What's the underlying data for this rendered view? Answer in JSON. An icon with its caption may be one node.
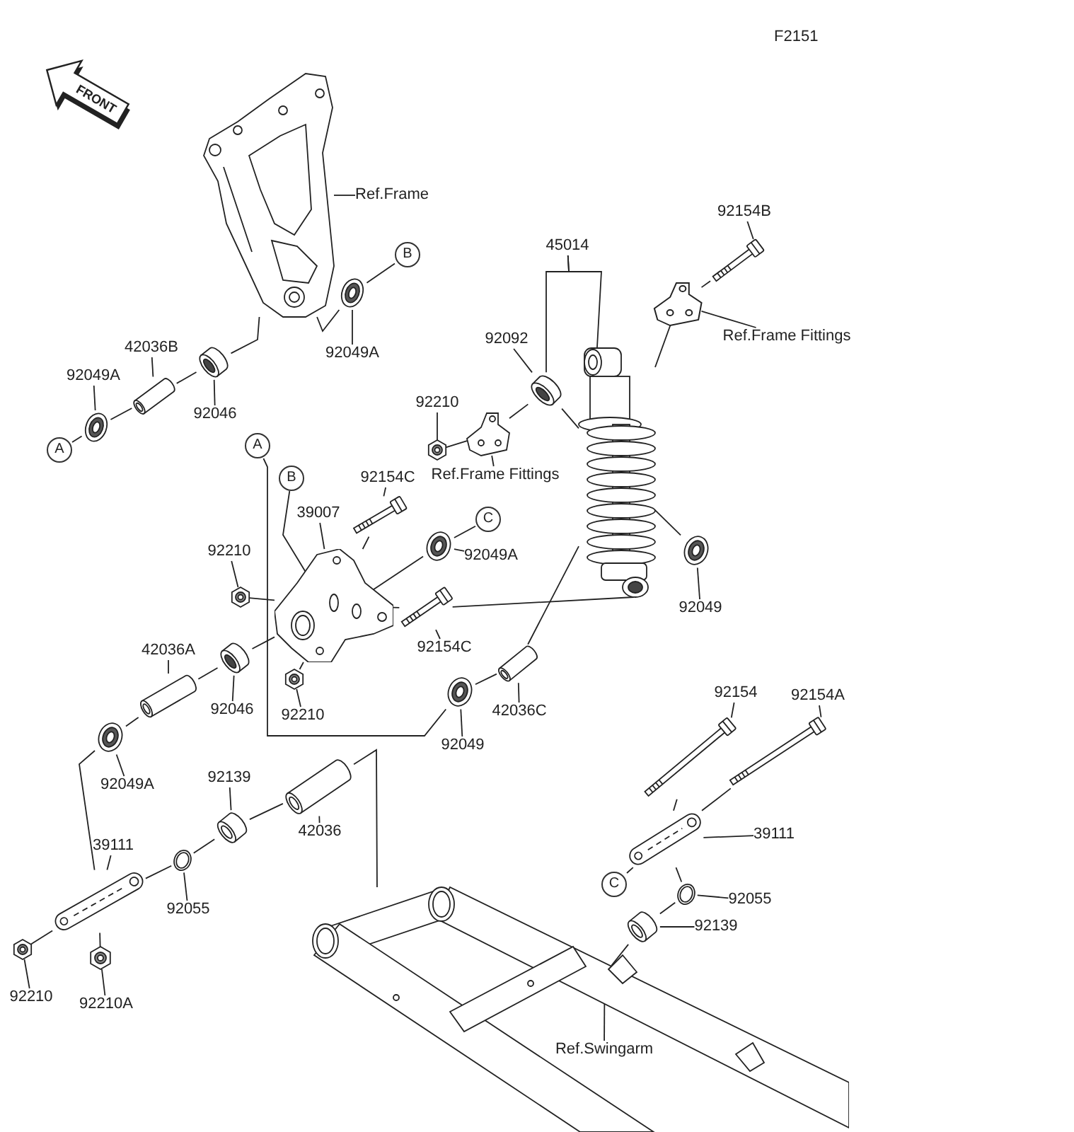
{
  "diagram": {
    "nodes": [
      {
        "text": [
          "Ref.Frame"
        ]
      },
      {
        "text": [],
        "shape": "picture"
      },
      {
        "text": [
          "92049A"
        ]
      },
      {
        "text": [],
        "shape": "picture"
      },
      {
        "text": [
          "B"
        ]
      },
      {
        "text": [
          "42036B"
        ]
      },
      {
        "text": [
          "92049A"
        ]
      },
      {
        "text": [],
        "shape": "picture"
      },
      {
        "text": [],
        "shape": "picture"
      },
      {
        "text": [
          "92046"
        ]
      },
      {
        "text": [],
        "shape": "picture"
      },
      {
        "text": [
          "A"
        ]
      },
      {
        "text": [
          "45014"
        ]
      },
      {
        "text": [
          "92154B"
        ]
      },
      {
        "text": [],
        "shape": "picture"
      },
      {
        "text": [],
        "shape": "picture"
      },
      {
        "text": [
          "Ref.Frame Fittings"
        ]
      },
      {
        "text": [
          "92092"
        ]
      },
      {
        "text": [],
        "shape": "picture"
      },
      {
        "text": [],
        "shape": "picture"
      },
      {
        "text": [
          "92210"
        ]
      },
      {
        "text": [],
        "shape": "picture"
      },
      {
        "text": [],
        "shape": "picture"
      },
      {
        "text": [
          "Ref.Frame Fittings"
        ]
      },
      {
        "text": [
          "A"
        ]
      },
      {
        "text": [
          "B"
        ]
      },
      {
        "text": [
          "92154C"
        ]
      },
      {
        "text": [],
        "shape": "picture"
      },
      {
        "text": [
          "39007"
        ]
      },
      {
        "text": [
          "C"
        ]
      },
      {
        "text": [],
        "shape": "picture"
      },
      {
        "text": [
          "92049A"
        ]
      },
      {
        "text": [
          "92210"
        ]
      },
      {
        "text": [],
        "shape": "picture"
      },
      {
        "text": [],
        "shape": "picture"
      },
      {
        "text": [],
        "shape": "picture"
      },
      {
        "text": [
          "92154C"
        ]
      },
      {
        "text": [
          "92049"
        ]
      },
      {
        "text": [],
        "shape": "picture"
      },
      {
        "text": [
          "42036A"
        ]
      },
      {
        "text": [],
        "shape": "picture"
      },
      {
        "text": [],
        "shape": "picture"
      },
      {
        "text": [],
        "shape": "picture"
      },
      {
        "text": [
          "92046"
        ]
      },
      {
        "text": [
          "92210"
        ]
      },
      {
        "text": [],
        "shape": "picture"
      },
      {
        "text": [
          "42036C"
        ]
      },
      {
        "text": [],
        "shape": "picture"
      },
      {
        "text": [
          "92049"
        ]
      },
      {
        "text": [],
        "shape": "picture"
      },
      {
        "text": [
          "92049A"
        ]
      },
      {
        "text": [
          "92154"
        ]
      },
      {
        "text": [
          "92154A"
        ]
      },
      {
        "text": [
          "92139"
        ]
      },
      {
        "text": [],
        "shape": "picture"
      },
      {
        "text": [],
        "shape": "picture"
      },
      {
        "text": [],
        "shape": "picture"
      },
      {
        "text": [],
        "shape": "picture"
      },
      {
        "text": [
          "42036"
        ]
      },
      {
        "text": [
          "39111"
        ]
      },
      {
        "text": [],
        "shape": "picture"
      },
      {
        "text": [
          "39111"
        ]
      },
      {
        "text": [],
        "shape": "picture"
      },
      {
        "text": [
          "C"
        ]
      },
      {
        "text": [],
        "shape": "picture"
      },
      {
        "text": [
          "92055"
        ]
      },
      {
        "text": [],
        "shape": "picture"
      },
      {
        "text": [
          "92055"
        ]
      },
      {
        "text": [],
        "shape": "picture"
      },
      {
        "text": [
          "92139"
        ]
      },
      {
        "text": [],
        "shape": "picture"
      },
      {
        "text": [],
        "shape": "picture"
      },
      {
        "text": [],
        "shape": "picture"
      },
      {
        "text": [
          "92210"
        ]
      },
      {
        "text": [
          "92210A"
        ]
      },
      {
        "text": [
          "Ref.Swingarm"
        ]
      }
    ],
    "edges": [
      {
        "from": 0,
        "to": 1,
        "arrow": "none"
      },
      {
        "from": 2,
        "to": 3,
        "arrow": "none"
      },
      {
        "from": 4,
        "to": 3,
        "arrow": "none"
      },
      {
        "from": 5,
        "to": 7,
        "arrow": "none"
      },
      {
        "from": 6,
        "to": 10,
        "arrow": "none"
      },
      {
        "from": 9,
        "to": 8,
        "arrow": "none"
      },
      {
        "from": 11,
        "to": 10,
        "arrow": "none"
      },
      {
        "from": 10,
        "to": 7,
        "arrow": "none"
      },
      {
        "from": 7,
        "to": 8,
        "arrow": "none"
      },
      {
        "from": 8,
        "to": 1,
        "arrow": "none"
      },
      {
        "from": 1,
        "to": 3,
        "arrow": "none"
      },
      {
        "from": 12,
        "to": 18,
        "arrow": "none"
      },
      {
        "from": 12,
        "to": 19,
        "arrow": "none"
      },
      {
        "from": 13,
        "to": 14,
        "arrow": "none"
      },
      {
        "from": 16,
        "to": 15,
        "arrow": "none"
      },
      {
        "from": 17,
        "to": 18,
        "arrow": "none"
      },
      {
        "from": 20,
        "to": 22,
        "arrow": "none"
      },
      {
        "from": 23,
        "to": 21,
        "arrow": "none"
      },
      {
        "from": 22,
        "to": 21,
        "arrow": "none"
      },
      {
        "from": 21,
        "to": 18,
        "arrow": "none"
      },
      {
        "from": 18,
        "to": 19,
        "arrow": "none"
      },
      {
        "from": 19,
        "to": 15,
        "arrow": "none"
      },
      {
        "from": 15,
        "to": 14,
        "arrow": "none"
      },
      {
        "from": 24,
        "to": 47,
        "arrow": "none"
      },
      {
        "from": 25,
        "to": 34,
        "arrow": "none"
      },
      {
        "from": 26,
        "to": 27,
        "arrow": "none"
      },
      {
        "from": 28,
        "to": 34,
        "arrow": "none"
      },
      {
        "from": 29,
        "to": 30,
        "arrow": "none"
      },
      {
        "from": 31,
        "to": 30,
        "arrow": "none"
      },
      {
        "from": 32,
        "to": 33,
        "arrow": "none"
      },
      {
        "from": 33,
        "to": 34,
        "arrow": "none"
      },
      {
        "from": 34,
        "to": 27,
        "arrow": "none"
      },
      {
        "from": 34,
        "to": 30,
        "arrow": "none"
      },
      {
        "from": 34,
        "to": 35,
        "arrow": "none"
      },
      {
        "from": 36,
        "to": 35,
        "arrow": "none"
      },
      {
        "from": 35,
        "to": 19,
        "arrow": "none"
      },
      {
        "from": 19,
        "to": 38,
        "arrow": "none"
      },
      {
        "from": 37,
        "to": 38,
        "arrow": "none"
      },
      {
        "from": 39,
        "to": 40,
        "arrow": "none"
      },
      {
        "from": 40,
        "to": 41,
        "arrow": "none"
      },
      {
        "from": 41,
        "to": 34,
        "arrow": "none"
      },
      {
        "from": 42,
        "to": 34,
        "arrow": "none"
      },
      {
        "from": 43,
        "to": 41,
        "arrow": "none"
      },
      {
        "from": 44,
        "to": 42,
        "arrow": "none"
      },
      {
        "from": 45,
        "to": 19,
        "arrow": "none"
      },
      {
        "from": 46,
        "to": 45,
        "arrow": "none"
      },
      {
        "from": 47,
        "to": 45,
        "arrow": "none"
      },
      {
        "from": 48,
        "to": 47,
        "arrow": "none"
      },
      {
        "from": 49,
        "to": 40,
        "arrow": "none"
      },
      {
        "from": 50,
        "to": 49,
        "arrow": "none"
      },
      {
        "from": 49,
        "to": 64,
        "arrow": "none"
      },
      {
        "from": 51,
        "to": 55,
        "arrow": "none"
      },
      {
        "from": 52,
        "to": 56,
        "arrow": "none"
      },
      {
        "from": 53,
        "to": 57,
        "arrow": "none"
      },
      {
        "from": 58,
        "to": 54,
        "arrow": "none"
      },
      {
        "from": 54,
        "to": 70,
        "arrow": "none"
      },
      {
        "from": 55,
        "to": 60,
        "arrow": "none"
      },
      {
        "from": 56,
        "to": 60,
        "arrow": "none"
      },
      {
        "from": 59,
        "to": 64,
        "arrow": "none"
      },
      {
        "from": 61,
        "to": 60,
        "arrow": "none"
      },
      {
        "from": 64,
        "to": 62,
        "arrow": "none"
      },
      {
        "from": 62,
        "to": 57,
        "arrow": "none"
      },
      {
        "from": 57,
        "to": 54,
        "arrow": "none"
      },
      {
        "from": 63,
        "to": 60,
        "arrow": "none"
      },
      {
        "from": 65,
        "to": 62,
        "arrow": "none"
      },
      {
        "from": 60,
        "to": 66,
        "arrow": "none"
      },
      {
        "from": 66,
        "to": 68,
        "arrow": "none"
      },
      {
        "from": 67,
        "to": 66,
        "arrow": "none"
      },
      {
        "from": 68,
        "to": 70,
        "arrow": "none"
      },
      {
        "from": 69,
        "to": 68,
        "arrow": "none"
      },
      {
        "from": 71,
        "to": 64,
        "arrow": "none"
      },
      {
        "from": 64,
        "to": 72,
        "arrow": "none"
      },
      {
        "from": 73,
        "to": 71,
        "arrow": "none"
      },
      {
        "from": 74,
        "to": 72,
        "arrow": "none"
      },
      {
        "from": 75,
        "to": 70,
        "arrow": "none"
      }
    ],
    "labels": [
      "F2151",
      "FRONT"
    ]
  }
}
